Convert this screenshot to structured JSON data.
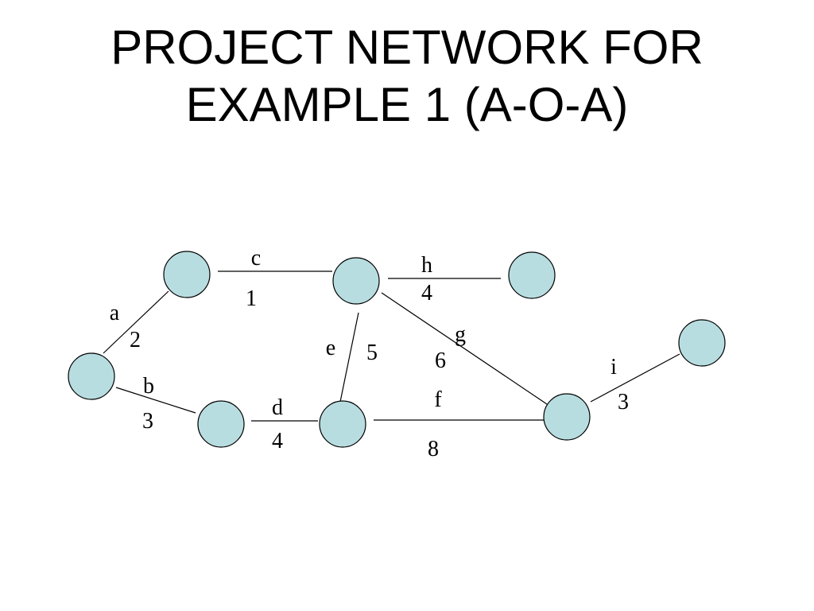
{
  "title": {
    "line1": "PROJECT NETWORK FOR",
    "line2": "EXAMPLE 1 (A-O-A)"
  },
  "colors": {
    "node_fill": "#b8dde0",
    "line": "#000000",
    "background": "#ffffff"
  },
  "nodes": [
    {
      "id": "n1"
    },
    {
      "id": "n2"
    },
    {
      "id": "n3"
    },
    {
      "id": "n4"
    },
    {
      "id": "n5"
    },
    {
      "id": "n6"
    },
    {
      "id": "n7"
    },
    {
      "id": "n8"
    }
  ],
  "activities": [
    {
      "name": "a",
      "duration": "2",
      "from": "n1",
      "to": "n2"
    },
    {
      "name": "b",
      "duration": "3",
      "from": "n1",
      "to": "n3"
    },
    {
      "name": "c",
      "duration": "1",
      "from": "n2",
      "to": "n4"
    },
    {
      "name": "d",
      "duration": "4",
      "from": "n3",
      "to": "n5"
    },
    {
      "name": "e",
      "duration": "5",
      "from": "n5",
      "to": "n4"
    },
    {
      "name": "f",
      "duration": "8",
      "from": "n5",
      "to": "n7"
    },
    {
      "name": "g",
      "duration": "6",
      "from": "n4",
      "to": "n7"
    },
    {
      "name": "h",
      "duration": "4",
      "from": "n4",
      "to": "n6"
    },
    {
      "name": "i",
      "duration": "3",
      "from": "n7",
      "to": "n8"
    }
  ]
}
